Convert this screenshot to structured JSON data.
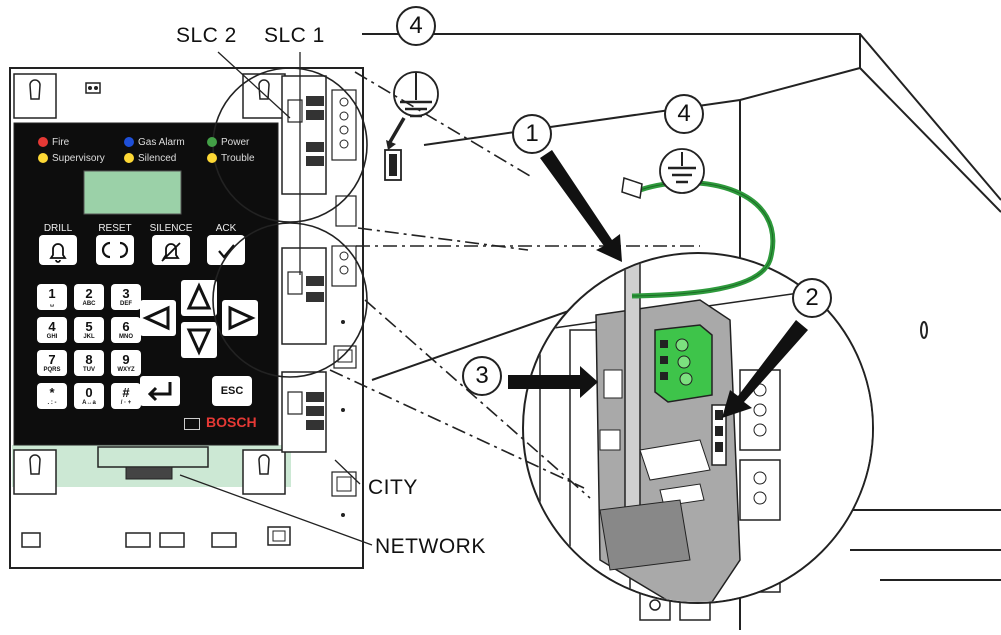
{
  "labels": {
    "slc2": "SLC 2",
    "slc1": "SLC 1",
    "city": "CITY",
    "network": "NETWORK"
  },
  "callouts": [
    "1",
    "2",
    "3",
    "4",
    "4"
  ],
  "panel": {
    "brand": "BOSCH",
    "indicators": [
      {
        "label": "Fire",
        "color": "#e53935"
      },
      {
        "label": "Gas Alarm",
        "color": "#1e4fd8"
      },
      {
        "label": "Power",
        "color": "#43a047"
      },
      {
        "label": "Supervisory",
        "color": "#fdd835"
      },
      {
        "label": "Silenced",
        "color": "#fdd835"
      },
      {
        "label": "Trouble",
        "color": "#fdd835"
      }
    ],
    "function_keys": [
      {
        "label": "DRILL",
        "icon": "bell-icon"
      },
      {
        "label": "RESET",
        "icon": "reset-icon"
      },
      {
        "label": "SILENCE",
        "icon": "silence-bell-icon"
      },
      {
        "label": "ACK",
        "icon": "check-icon"
      }
    ],
    "keypad": [
      {
        "main": "1",
        "sub": "␣"
      },
      {
        "main": "2",
        "sub": "ABC"
      },
      {
        "main": "3",
        "sub": "DEF"
      },
      {
        "main": "4",
        "sub": "GHI"
      },
      {
        "main": "5",
        "sub": "JKL"
      },
      {
        "main": "6",
        "sub": "MNO"
      },
      {
        "main": "7",
        "sub": "PQRS"
      },
      {
        "main": "8",
        "sub": "TUV"
      },
      {
        "main": "9",
        "sub": "WXYZ"
      },
      {
        "main": "*",
        "sub": ". : -"
      },
      {
        "main": "0",
        "sub": "A↔a"
      },
      {
        "main": "#",
        "sub": "/ · +"
      }
    ],
    "esc_label": "ESC"
  },
  "colors": {
    "panel_face": "#0d0d0d",
    "display": "#9bd1a8",
    "network_bar": "#cce8d4",
    "ground_wire": "#2e9a3c",
    "terminal_block": "#3ec44a",
    "bracket": "#a9a9a9"
  }
}
